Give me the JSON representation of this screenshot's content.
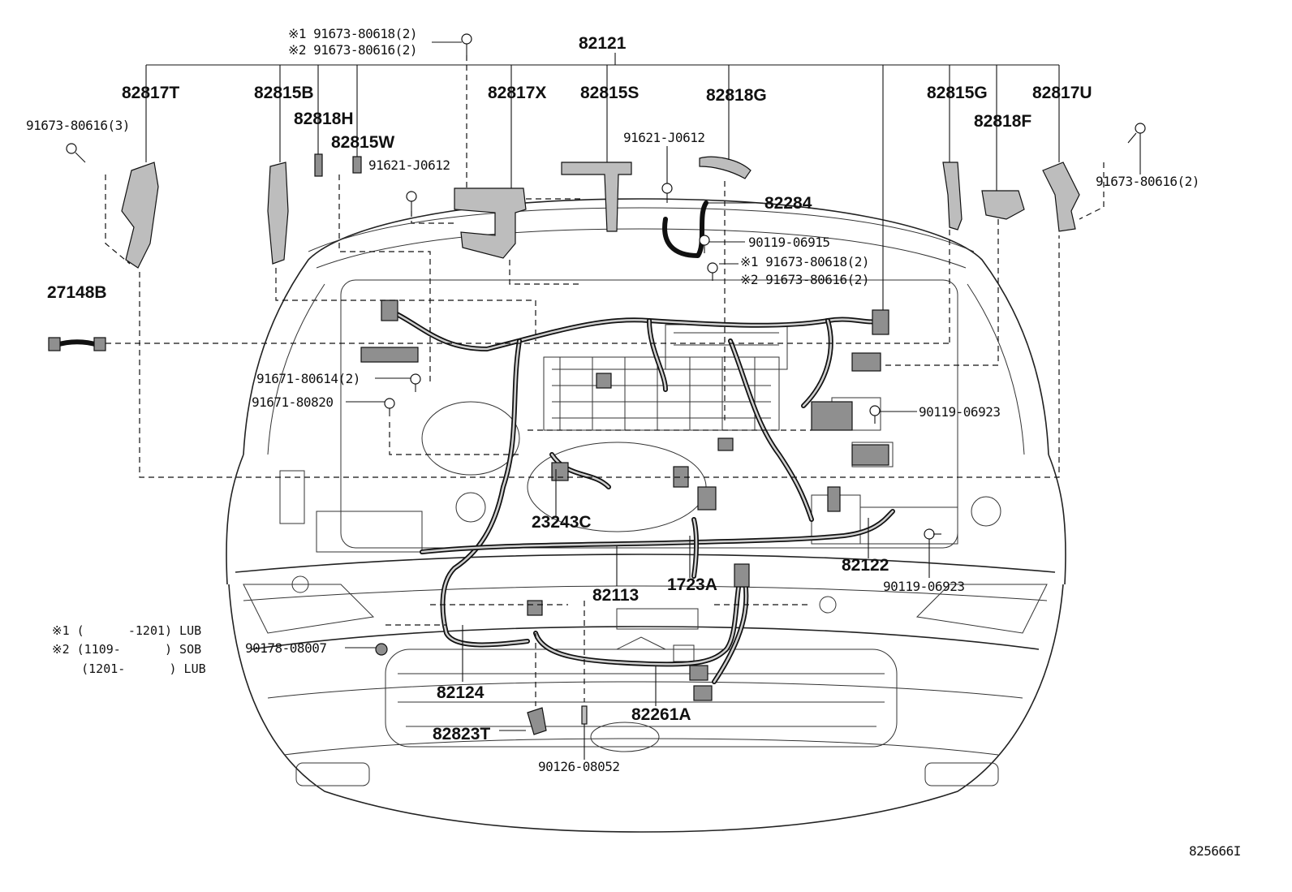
{
  "diagram": {
    "figure_id": "825666I",
    "callouts": {
      "c82121": "82121",
      "c82817T": "82817T",
      "c82815B": "82815B",
      "c82818H": "82818H",
      "c82815W": "82815W",
      "c82817X": "82817X",
      "c82815S": "82815S",
      "c82818G": "82818G",
      "c82815G": "82815G",
      "c82818F": "82818F",
      "c82817U": "82817U",
      "c27148B": "27148B",
      "c82284": "82284",
      "c23243C": "23243C",
      "c82113": "82113",
      "c1723A": "1723A",
      "c82122": "82122",
      "c82124": "82124",
      "c82261A": "82261A",
      "c82823T": "82823T"
    },
    "bolts": {
      "top_1": "※1 91673-80618(2)",
      "top_2": "※2 91673-80616(2)",
      "left_a": "91673-80616(3)",
      "j0612_left": "91621-J0612",
      "j0612_mid": "91621-J0612",
      "right_a": "91673-80616(2)",
      "b06915": "90119-06915",
      "mid_1": "※1 91673-80618(2)",
      "mid_2": "※2 91673-80616(2)",
      "b80614": "91671-80614(2)",
      "b80820": "91671-80820",
      "b06923_a": "90119-06923",
      "b06923_b": "90119-06923",
      "b08007": "90178-08007",
      "b08052": "90126-08052"
    },
    "legend": [
      "※1 (      -1201) LUB",
      "※2 (1109-      ) SOB",
      "    (1201-      ) LUB"
    ]
  }
}
